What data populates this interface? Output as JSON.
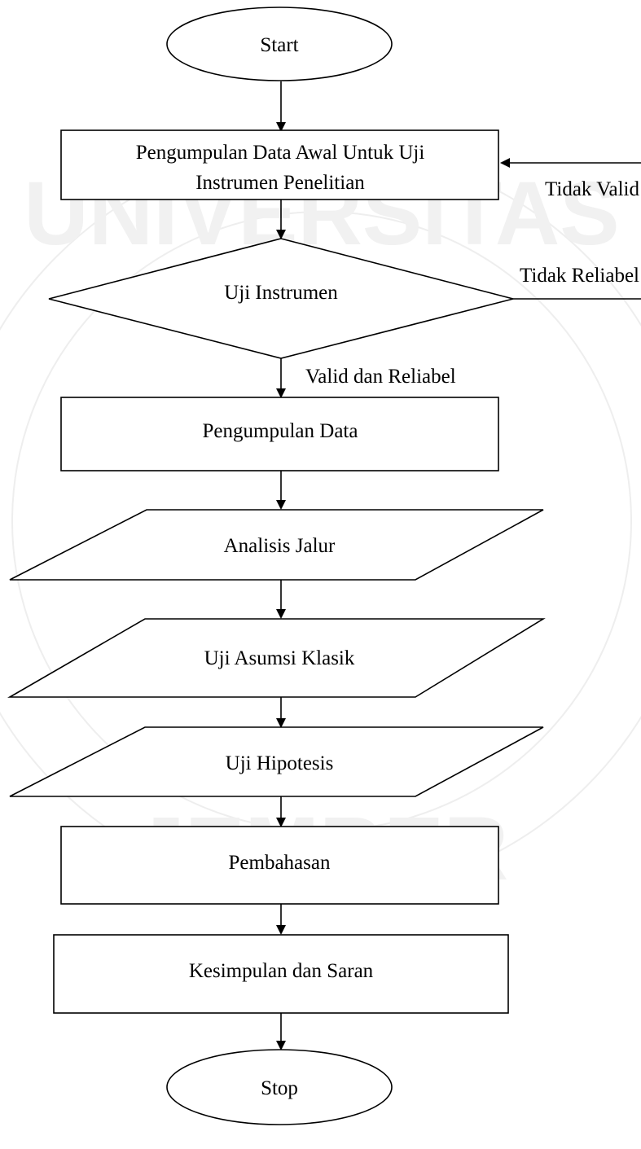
{
  "flowchart": {
    "start": "Start",
    "data_awal": {
      "line1": "Pengumpulan Data Awal Untuk Uji",
      "line2": "Instrumen Penelitian"
    },
    "uji_instrumen": "Uji Instrumen",
    "label_tidak_reliabel": "Tidak Reliabel",
    "label_tidak_valid": "Tidak Valid",
    "label_valid_reliabel": "Valid dan Reliabel",
    "pengumpulan_data": "Pengumpulan Data",
    "analisis_jalur": "Analisis Jalur",
    "uji_asumsi_klasik": "Uji Asumsi Klasik",
    "uji_hipotesis": "Uji Hipotesis",
    "pembahasan": "Pembahasan",
    "kesimpulan_saran": "Kesimpulan dan Saran",
    "stop": "Stop"
  },
  "watermark": {
    "top_text": "UNIVERSITAS",
    "bottom_text": "JEMBER"
  }
}
